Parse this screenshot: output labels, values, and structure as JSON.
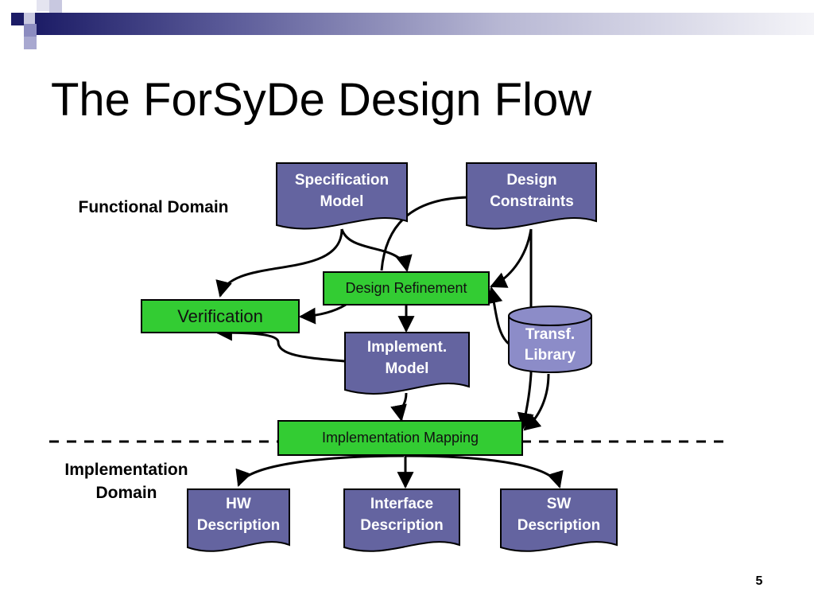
{
  "slide": {
    "title": "The ForSyDe Design Flow",
    "page_number": "5"
  },
  "labels": {
    "functional_domain": "Functional Domain",
    "implementation_domain_line1": "Implementation",
    "implementation_domain_line2": "Domain"
  },
  "nodes": {
    "specification_model": {
      "line1": "Specification",
      "line2": "Model"
    },
    "design_constraints": {
      "line1": "Design",
      "line2": "Constraints"
    },
    "design_refinement": {
      "label": "Design Refinement"
    },
    "verification": {
      "label": "Verification"
    },
    "transf_library": {
      "line1": "Transf.",
      "line2": "Library"
    },
    "implement_model": {
      "line1": "Implement.",
      "line2": "Model"
    },
    "implementation_mapping": {
      "label": "Implementation Mapping"
    },
    "hw_description": {
      "line1": "HW",
      "line2": "Description"
    },
    "interface_description": {
      "line1": "Interface",
      "line2": "Description"
    },
    "sw_description": {
      "line1": "SW",
      "line2": "Description"
    }
  },
  "colors": {
    "document_fill": "#6464a0",
    "process_fill": "#33cc33",
    "library_fill": "#8c8cc8",
    "stroke": "#000000",
    "topbar_dark": "#1c1c66"
  }
}
